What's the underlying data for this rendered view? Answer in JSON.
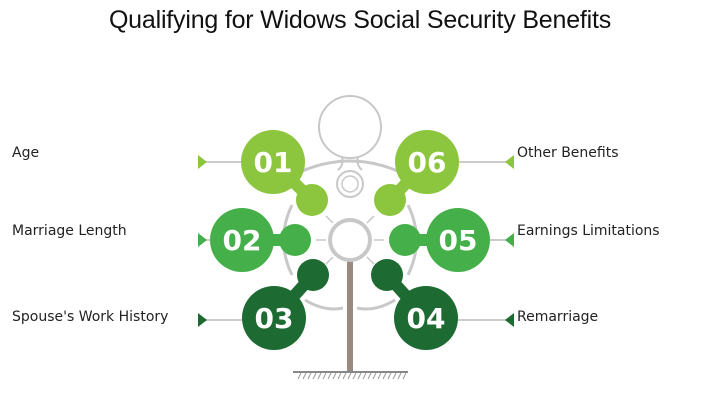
{
  "title": "Qualifying for Widows Social Security Benefits",
  "colors": {
    "light": "#8cc63f",
    "mid": "#45b049",
    "dark": "#1d6a33",
    "trunk": "#9b8a80",
    "outline": "#c8c8c8",
    "arrow_light": "#8cc63f",
    "arrow_mid": "#45b049",
    "arrow_dark": "#1d6a33"
  },
  "items": [
    {
      "number": "01",
      "label": "Age",
      "tone": "light",
      "side": "left"
    },
    {
      "number": "02",
      "label": "Marriage Length",
      "tone": "mid",
      "side": "left"
    },
    {
      "number": "03",
      "label": "Spouse's Work History",
      "tone": "dark",
      "side": "left"
    },
    {
      "number": "04",
      "label": "Remarriage",
      "tone": "dark",
      "side": "right"
    },
    {
      "number": "05",
      "label": "Earnings Limitations",
      "tone": "mid",
      "side": "right"
    },
    {
      "number": "06",
      "label": "Other Benefits",
      "tone": "light",
      "side": "right"
    }
  ]
}
